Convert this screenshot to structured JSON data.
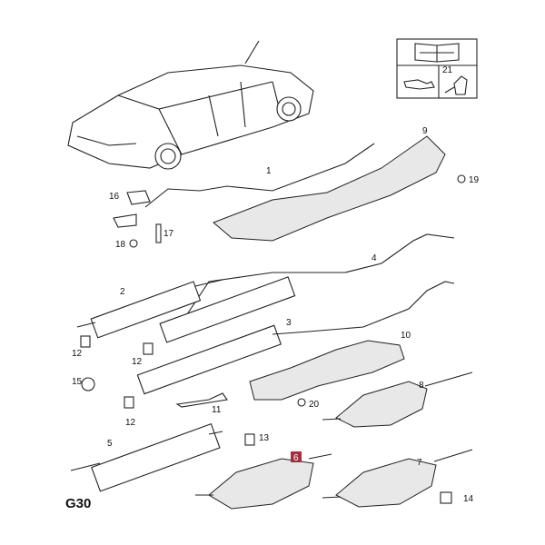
{
  "diagram": {
    "group_code": "G30",
    "callouts": [
      "1",
      "2",
      "3",
      "4",
      "5",
      "6",
      "7",
      "8",
      "9",
      "10",
      "11",
      "12",
      "12",
      "12",
      "13",
      "14",
      "15",
      "16",
      "17",
      "18",
      "19",
      "20",
      "21"
    ],
    "highlighted_callout": "6",
    "highlight_color": "#a3303f",
    "legend_box": {
      "manual_icon": "wrench-book-icon",
      "number": "21"
    }
  }
}
